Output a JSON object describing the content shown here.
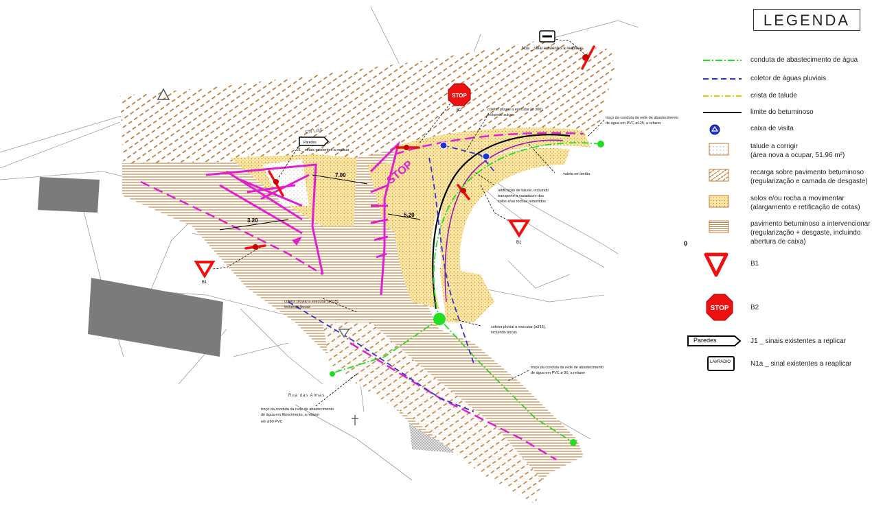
{
  "legend": {
    "title": "LEGENDA",
    "stray_mark": "0",
    "items": [
      {
        "id": "water",
        "label": "conduta de abastecimento de água",
        "color": "#22dd22",
        "icon": "green-dash-dot-line"
      },
      {
        "id": "storm",
        "label": "coletor de águas pluviais",
        "color": "#3333cc",
        "icon": "blue-dashed-line"
      },
      {
        "id": "crest",
        "label": "crista de talude",
        "color": "#e8c800",
        "icon": "yellow-dash-dot-line"
      },
      {
        "id": "asphalt_limit",
        "label": "limite do betuminoso",
        "color": "#000000",
        "icon": "black-solid-line"
      },
      {
        "id": "manhole",
        "label": "caixa de visita",
        "color": "#2233cc",
        "icon": "manhole-icon"
      },
      {
        "id": "slope",
        "label": "talude a corrigir",
        "sub": "(área nova a ocupar, 51.96 m²)",
        "icon": "dotted-hatch"
      },
      {
        "id": "recharge",
        "label": "recarga sobre pavimento betuminoso",
        "sub": "(regularização e camada de desgaste)",
        "icon": "diagonal-hatch"
      },
      {
        "id": "soil",
        "label": "solos e/ou rocha a movimentar",
        "sub": "(alargamento e retificação de cotas)",
        "icon": "yellow-dotted-hatch"
      },
      {
        "id": "pavement",
        "label": "pavimento betuminoso a intervencionar",
        "sub": "(regularização + desgaste, incluindo abertura de caixa)",
        "icon": "horizontal-hatch"
      },
      {
        "id": "b1",
        "label": "B1",
        "icon": "yield-sign-icon"
      },
      {
        "id": "b2",
        "label": "B2",
        "icon": "stop-sign-icon"
      },
      {
        "id": "j1",
        "label": "J1 _ sinais existentes a replicar",
        "sign_text": "Paredes",
        "icon": "direction-sign-icon"
      },
      {
        "id": "n1a",
        "label": "N1a _ sinal existentes a reaplicar",
        "sign_text": "LAVRADIO",
        "icon": "place-name-sign-icon"
      }
    ]
  },
  "plan": {
    "notes": {
      "n1a_top": "N1a _ sinal existentes a reaplicar",
      "pipe_top_1": "troço da conduta da rede de abastecimento",
      "pipe_top_2": "de água em PVC ø125, a refazer",
      "collector_top_1": "coletor pluvial a executar (ø 300),",
      "collector_top_2": "incluindo sulcos",
      "j1_note": "J1 _ sinais existentes a replicar",
      "j1_sign": "Paredes",
      "valeta": "valeta em betão",
      "slope_fix_1": "retificação de talude, incluindo",
      "slope_fix_2": "transporte a vazadouro dos",
      "slope_fix_3": "solos e/ou rochas removidos",
      "collector_mid_1": "coletor pluvial a executar (ø315),",
      "collector_mid_2": "incluindo bocas",
      "collector_low_1": "coletor pluvial a executar (ø315),",
      "collector_low_2": "incluindo bocas",
      "pipe_low_right_1": "troço da conduta da rede de abastecimento",
      "pipe_low_right_2": "de água em PVC ø 90, a refazer",
      "pipe_low_left_1": "troço da conduta da rede de abastecimento",
      "pipe_low_left_2": "de água em fibrocimento, a refazer",
      "pipe_low_left_3": "em ø90 PVC",
      "street": "Rua das Almas",
      "road_label": "EN Luís",
      "dim_700": "7.00",
      "dim_320": "3.20",
      "dim_520": "5.20",
      "stop_road": "STOP",
      "sign_b1": "B1",
      "sign_b2": "B2",
      "sign_stop": "STOP"
    }
  }
}
